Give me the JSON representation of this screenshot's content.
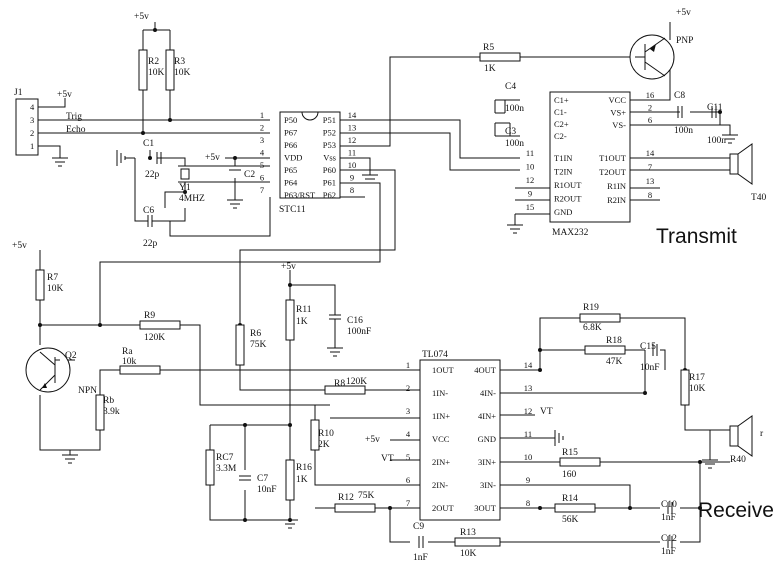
{
  "section_labels": {
    "transmit": "Transmit",
    "receive": "Receive",
    "color": "#5fc7c4"
  },
  "power": {
    "vcc": "+5v",
    "vt": "VT",
    "vt_color": "#d0342c"
  },
  "connector_j1": {
    "ref": "J1",
    "pins": [
      "4",
      "3",
      "2",
      "1"
    ],
    "net_trig": "Trig",
    "net_echo": "Echo"
  },
  "mcu": {
    "ref": "STC11",
    "left_pins": [
      {
        "num": "1",
        "name": "P50"
      },
      {
        "num": "2",
        "name": "P67"
      },
      {
        "num": "3",
        "name": "P66"
      },
      {
        "num": "4",
        "name": "VDD"
      },
      {
        "num": "5",
        "name": "P65"
      },
      {
        "num": "6",
        "name": "P64"
      },
      {
        "num": "7",
        "name": "P63/RST"
      }
    ],
    "right_pins": [
      {
        "num": "14",
        "name": "P51"
      },
      {
        "num": "13",
        "name": "P52"
      },
      {
        "num": "12",
        "name": "P53"
      },
      {
        "num": "11",
        "name": "Vss"
      },
      {
        "num": "10",
        "name": "P60"
      },
      {
        "num": "9",
        "name": "P61"
      },
      {
        "num": "8",
        "name": "P62"
      }
    ]
  },
  "max232": {
    "ref": "MAX232",
    "left_pins": [
      {
        "num": "",
        "name": "C1+"
      },
      {
        "num": "",
        "name": "C1-"
      },
      {
        "num": "",
        "name": "C2+"
      },
      {
        "num": "",
        "name": "C2-"
      },
      {
        "num": "11",
        "name": "T1IN"
      },
      {
        "num": "10",
        "name": "T2IN"
      },
      {
        "num": "12",
        "name": "R1OUT"
      },
      {
        "num": "9",
        "name": "R2OUT"
      },
      {
        "num": "15",
        "name": "GND"
      }
    ],
    "right_pins": [
      {
        "num": "16",
        "name": "VCC"
      },
      {
        "num": "2",
        "name": "VS+"
      },
      {
        "num": "6",
        "name": "VS-"
      },
      {
        "num": "14",
        "name": "T1OUT"
      },
      {
        "num": "7",
        "name": "T2OUT"
      },
      {
        "num": "13",
        "name": "R1IN"
      },
      {
        "num": "8",
        "name": "R2IN"
      }
    ]
  },
  "tl074": {
    "ref": "TL074",
    "left_pins": [
      {
        "num": "1",
        "name": "1OUT"
      },
      {
        "num": "2",
        "name": "1IN-"
      },
      {
        "num": "3",
        "name": "1IN+"
      },
      {
        "num": "4",
        "name": "VCC"
      },
      {
        "num": "5",
        "name": "2IN+"
      },
      {
        "num": "6",
        "name": "2IN-"
      },
      {
        "num": "7",
        "name": "2OUT"
      }
    ],
    "right_pins": [
      {
        "num": "14",
        "name": "4OUT"
      },
      {
        "num": "13",
        "name": "4IN-"
      },
      {
        "num": "12",
        "name": "4IN+"
      },
      {
        "num": "11",
        "name": "GND"
      },
      {
        "num": "10",
        "name": "3IN+"
      },
      {
        "num": "9",
        "name": "3IN-"
      },
      {
        "num": "8",
        "name": "3OUT"
      }
    ]
  },
  "resistors": {
    "r2": {
      "ref": "R2",
      "value": "10K"
    },
    "r3": {
      "ref": "R3",
      "value": "10K"
    },
    "r5": {
      "ref": "R5",
      "value": "1K"
    },
    "r6": {
      "ref": "R6",
      "value": "75K"
    },
    "r7": {
      "ref": "R7",
      "value": "10K"
    },
    "r8": {
      "ref": "R8",
      "value": "120K"
    },
    "r9": {
      "ref": "R9",
      "value": "120K"
    },
    "r10": {
      "ref": "R10",
      "value": "2K"
    },
    "r11": {
      "ref": "R11",
      "value": "1K"
    },
    "r12": {
      "ref": "R12",
      "value": "75K"
    },
    "r13": {
      "ref": "R13",
      "value": "10K"
    },
    "r14": {
      "ref": "R14",
      "value": "56K"
    },
    "r15": {
      "ref": "R15",
      "value": "160"
    },
    "r16": {
      "ref": "R16",
      "value": "1K"
    },
    "r17": {
      "ref": "R17",
      "value": "10K"
    },
    "r18": {
      "ref": "R18",
      "value": "47K"
    },
    "r19": {
      "ref": "R19",
      "value": "6.8K"
    },
    "rc7": {
      "ref": "RC7",
      "value": "3.3M"
    },
    "ra": {
      "ref": "Ra",
      "value": "10k"
    },
    "rb": {
      "ref": "Rb",
      "value": "3.9k"
    }
  },
  "capacitors": {
    "c1": {
      "ref": "C1",
      "value": "22p"
    },
    "c2": {
      "ref": "C2",
      "value": ""
    },
    "c3": {
      "ref": "C3",
      "value": "100n"
    },
    "c4": {
      "ref": "C4",
      "value": "100n"
    },
    "c6": {
      "ref": "C6",
      "value": "22p"
    },
    "c7": {
      "ref": "C7",
      "value": "10nF"
    },
    "c8": {
      "ref": "C8",
      "value": "100n"
    },
    "c9": {
      "ref": "C9",
      "value": "1nF"
    },
    "c10": {
      "ref": "C10",
      "value": "1nF"
    },
    "c11": {
      "ref": "C11",
      "value": "100n"
    },
    "c12": {
      "ref": "C12",
      "value": "1nF"
    },
    "c15": {
      "ref": "C15",
      "value": "10nF"
    },
    "c16": {
      "ref": "C16",
      "value": "100nF"
    }
  },
  "crystal": {
    "ref": "Y1",
    "value": "4MHZ"
  },
  "transistors": {
    "pnp": {
      "label": "PNP"
    },
    "npn": {
      "ref": "Q2",
      "label": "NPN"
    }
  },
  "transducers": {
    "transmit": {
      "ref": "T40"
    },
    "receive": {
      "ref": "R40",
      "pin": "r"
    }
  }
}
